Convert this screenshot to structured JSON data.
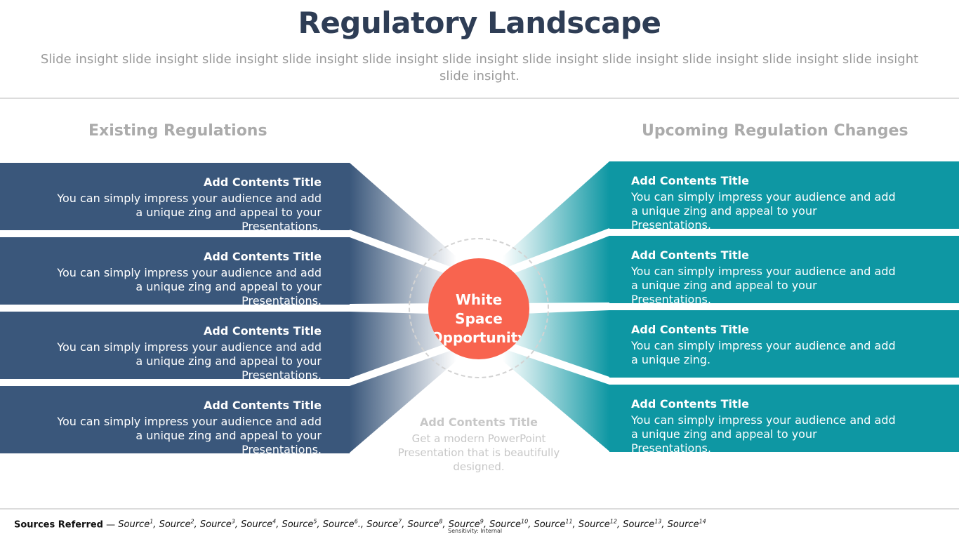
{
  "title": "Regulatory Landscape",
  "subtitle": "Slide insight slide insight slide insight slide insight slide insight slide insight slide insight slide insight slide insight slide insight slide insight slide insight.",
  "left_heading": "Existing Regulations",
  "right_heading": "Upcoming Regulation Changes",
  "left_items": [
    {
      "title": "Add Contents Title",
      "body": "You can simply impress your audience and add a unique zing and appeal to your Presentations."
    },
    {
      "title": "Add Contents Title",
      "body": "You can simply impress your audience and add a unique zing and appeal to your Presentations."
    },
    {
      "title": "Add Contents Title",
      "body": "You can simply impress your audience and add a unique zing and appeal to your Presentations."
    },
    {
      "title": "Add Contents Title",
      "body": "You can simply impress your audience and add a unique zing and appeal to your Presentations."
    }
  ],
  "right_items": [
    {
      "title": "Add Contents Title",
      "body": "You can simply impress your audience and add a unique zing and appeal to your Presentations."
    },
    {
      "title": "Add Contents Title",
      "body": "You can simply impress your audience and add a unique zing and appeal to your Presentations."
    },
    {
      "title": "Add Contents Title",
      "body": "You can simply impress your audience and add a unique zing."
    },
    {
      "title": "Add Contents Title",
      "body": "You can simply impress your audience and add a unique zing and appeal to your Presentations."
    }
  ],
  "hub_text": "White\nSpace\nOpportunity",
  "center_note": {
    "title": "Add Contents Title",
    "body": "Get a modern PowerPoint Presentation that is beautifully designed."
  },
  "footer": {
    "label": "Sources Referred",
    "separator": " — ",
    "sources": [
      {
        "text": "Source",
        "sup": "1",
        "after": ", "
      },
      {
        "text": "Source",
        "sup": "2",
        "after": ", "
      },
      {
        "text": "Source",
        "sup": "3",
        "after": ", "
      },
      {
        "text": "Source",
        "sup": "4",
        "after": ", "
      },
      {
        "text": "Source",
        "sup": "5",
        "after": ", "
      },
      {
        "text": "Source",
        "sup": "6",
        "after": "., "
      },
      {
        "text": "Source",
        "sup": "7",
        "after": ", "
      },
      {
        "text": "Source",
        "sup": "8",
        "after": ", "
      },
      {
        "text": "Source",
        "sup": "9",
        "after": ", "
      },
      {
        "text": "Source",
        "sup": "10",
        "after": ", "
      },
      {
        "text": "Source",
        "sup": "11",
        "after": ", "
      },
      {
        "text": "Source",
        "sup": "12",
        "after": ", "
      },
      {
        "text": "Source",
        "sup": "13",
        "after": ", "
      },
      {
        "text": "Source",
        "sup": "14",
        "after": ""
      }
    ],
    "sensitivity": "Sensitivity: Internal"
  },
  "colors": {
    "title": "#2e3d55",
    "left_panel": "#3a577b",
    "right_panel": "#0e97a3",
    "hub": "#f8644f",
    "muted_text": "#ababab"
  }
}
